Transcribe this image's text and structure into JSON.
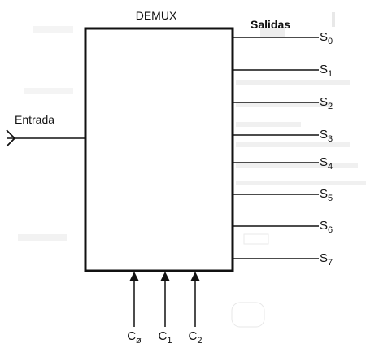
{
  "diagram": {
    "title": "DEMUX",
    "outputs_heading": "Salidas",
    "input_label": "Entrada",
    "outputs": [
      {
        "base": "S",
        "sub": "0"
      },
      {
        "base": "S",
        "sub": "1"
      },
      {
        "base": "S",
        "sub": "2"
      },
      {
        "base": "S",
        "sub": "3"
      },
      {
        "base": "S",
        "sub": "4"
      },
      {
        "base": "S",
        "sub": "5"
      },
      {
        "base": "S",
        "sub": "6"
      },
      {
        "base": "S",
        "sub": "7"
      }
    ],
    "controls": [
      {
        "base": "C",
        "sub": "ø"
      },
      {
        "base": "C",
        "sub": "1"
      },
      {
        "base": "C",
        "sub": "2"
      }
    ]
  },
  "colors": {
    "ink": "#111111",
    "background": "#ffffff",
    "bleed_through": "#d6d6d6"
  }
}
